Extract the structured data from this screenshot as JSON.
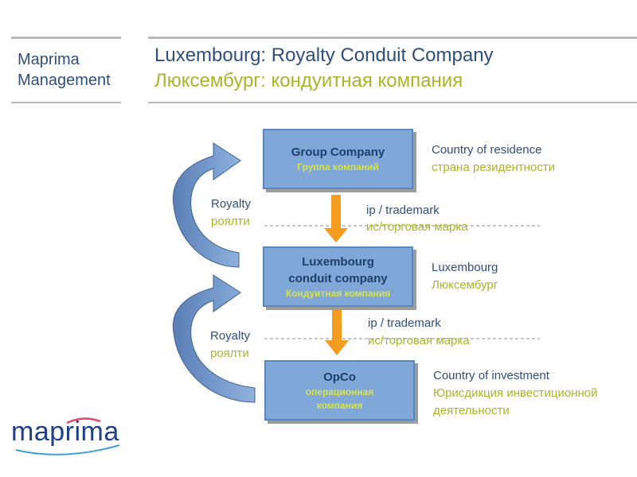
{
  "header": {
    "brand_line1": "Maprima",
    "brand_line2": "Management",
    "title_en": "Luxembourg: Royalty Conduit Company",
    "title_ru": "Люксембург: кондуитная компания"
  },
  "boxes": {
    "group": {
      "en": "Group Company",
      "ru": "Группа компаний"
    },
    "conduit": {
      "en_line1": "Luxembourg",
      "en_line2": "conduit company",
      "ru": "Кондуитная компания"
    },
    "opco": {
      "en": "OpCo",
      "ru_line1": "операционная",
      "ru_line2": "компания"
    }
  },
  "side_labels": {
    "residence_en": "Country of residence",
    "residence_ru": "страна резидентности",
    "lux_en": "Luxembourg",
    "lux_ru": "Люксембург",
    "investment_en": "Country of investment",
    "investment_ru_line1": "Юрисдикция инвестиционной",
    "investment_ru_line2": "деятельности"
  },
  "flows": {
    "royalty_en": "Royalty",
    "royalty_ru": "роялти",
    "ip_en": "ip / trademark",
    "ip_ru": "ис/торговая марка"
  },
  "logo": {
    "text": "maprima"
  },
  "colors": {
    "title_blue": "#2f4e7c",
    "accent_green": "#a6b529",
    "box_fill": "#7fa8d8",
    "arrow_orange": "#f39c1f",
    "curved_arrow": "#6f93c7"
  }
}
